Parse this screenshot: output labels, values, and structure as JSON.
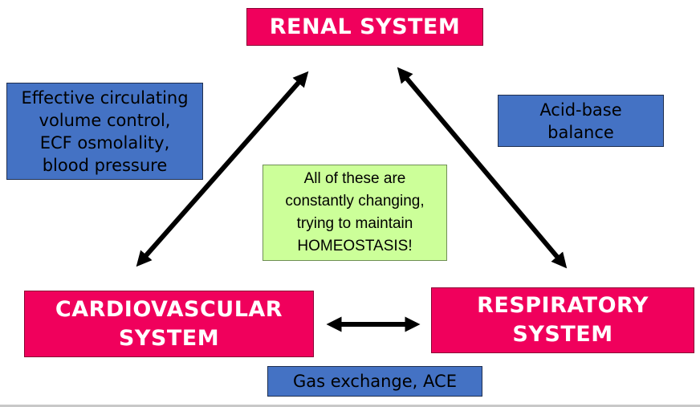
{
  "systems": {
    "renal": "RENAL SYSTEM",
    "cardiovascular_line1": "CARDIOVASCULAR",
    "cardiovascular_line2": "SYSTEM",
    "respiratory_line1": "RESPIRATORY",
    "respiratory_line2": "SYSTEM"
  },
  "labels": {
    "renal_cardio_line1": "Effective circulating",
    "renal_cardio_line2": "volume control,",
    "renal_cardio_line3": "ECF osmolality,",
    "renal_cardio_line4": "blood pressure",
    "renal_resp_line1": "Acid-base",
    "renal_resp_line2": "balance",
    "cardio_resp": "Gas exchange, ACE"
  },
  "center_note": {
    "line1": "All of these are",
    "line2": "constantly changing,",
    "line3": "trying to maintain",
    "line4": "HOMEOSTASIS!"
  },
  "colors": {
    "system_box": "#f0005c",
    "label_box": "#4472c4",
    "note_box": "#ccff99",
    "arrow": "#000000"
  }
}
